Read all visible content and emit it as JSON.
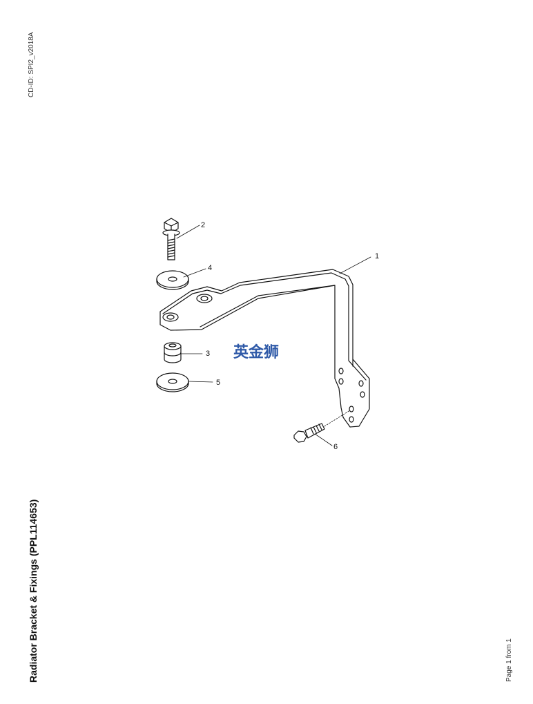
{
  "header": {
    "cd_id": "CD-ID: SPI2_v2018A"
  },
  "footer": {
    "title": "Radiator Bracket & Fixings (PPL114653)",
    "page": "Page 1 from 1"
  },
  "watermark": {
    "text": "英金狮",
    "color": "#2f5aa8"
  },
  "callouts": {
    "c1": "1",
    "c2": "2",
    "c3": "3",
    "c4": "4",
    "c5": "5",
    "c6": "6"
  }
}
